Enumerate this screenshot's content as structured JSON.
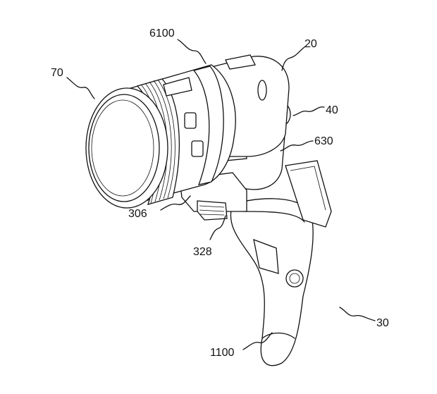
{
  "figure": {
    "reference_labels": {
      "lens_assembly": "6100",
      "gimbal_head": "20",
      "lens": "70",
      "motor_knob": "40",
      "arm": "630",
      "mount_plate": "306",
      "clamp": "328",
      "handle": "30",
      "grip": "1100"
    }
  }
}
